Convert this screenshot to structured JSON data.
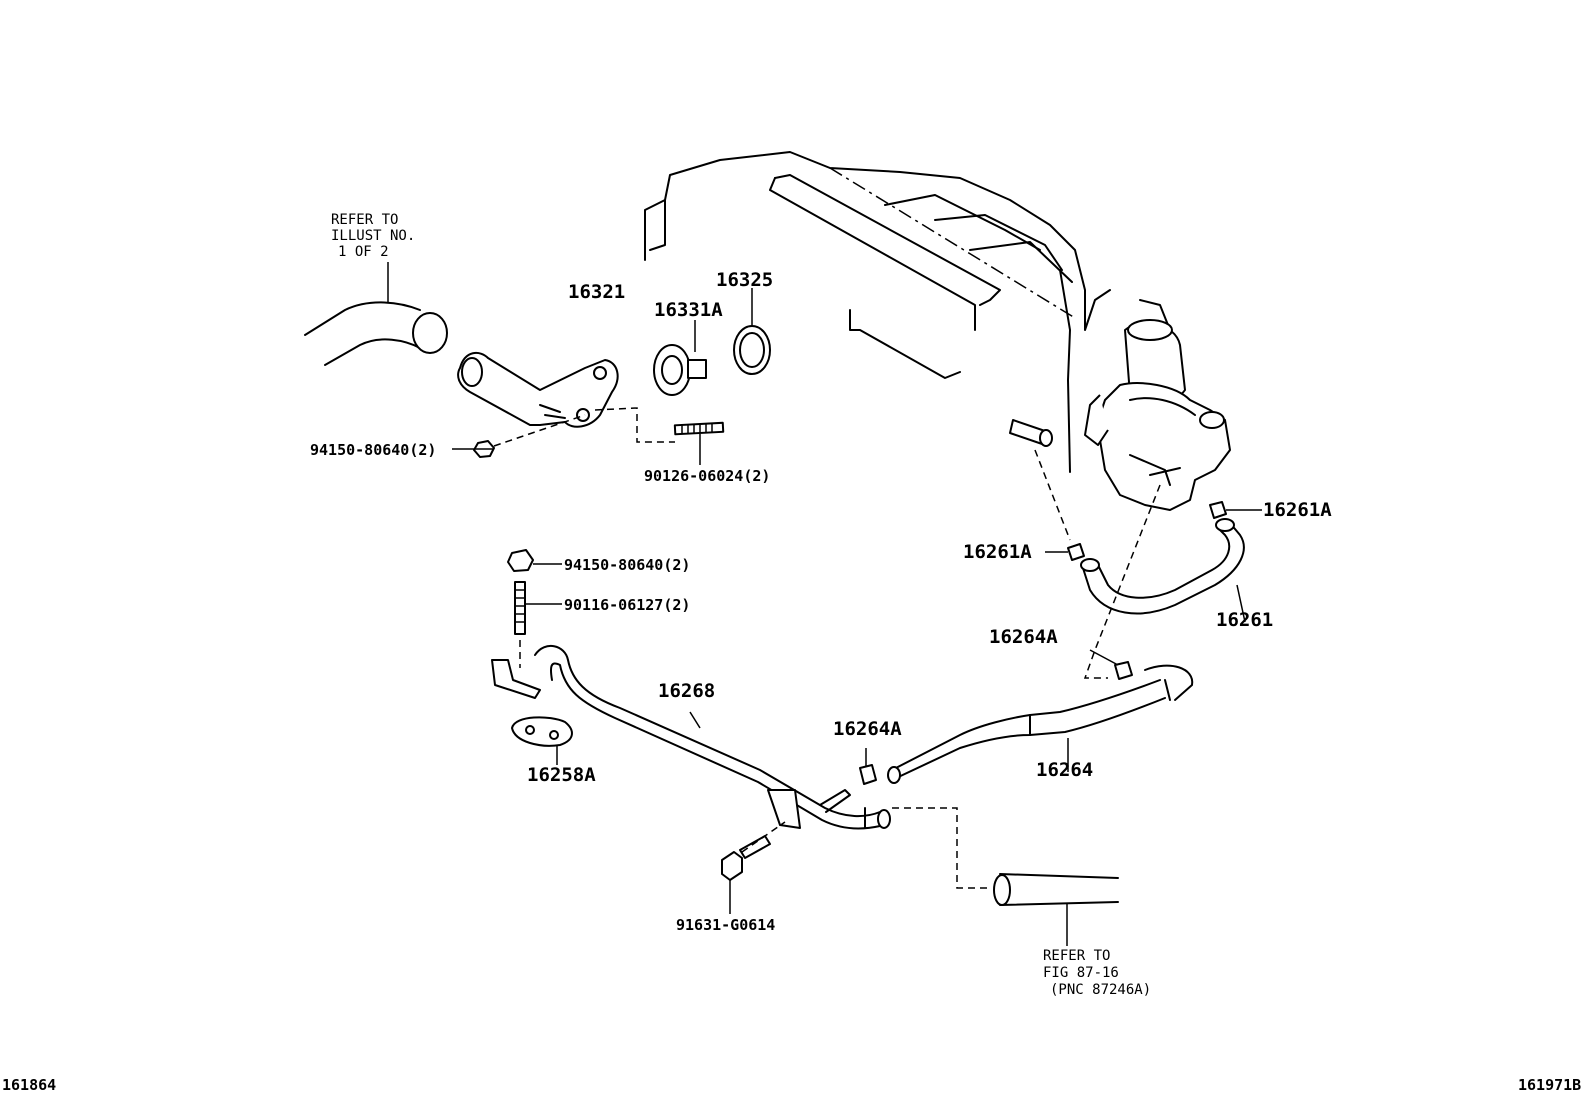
{
  "callouts": {
    "p16321": "16321",
    "p16325": "16325",
    "p16331a": "16331A",
    "p94150_top": "94150-80640(2)",
    "p90126": "90126-06024(2)",
    "p16261a_right": "16261A",
    "p16261a_left": "16261A",
    "p16261": "16261",
    "p94150_mid": "94150-80640(2)",
    "p90116": "90116-06127(2)",
    "p16264a_upper": "16264A",
    "p16268": "16268",
    "p16264a_lower": "16264A",
    "p16258a": "16258A",
    "p16264": "16264",
    "p91631": "91631-G0614"
  },
  "notes": {
    "refer_illust": [
      "REFER TO",
      "ILLUST NO.",
      "1 OF 2"
    ],
    "refer_fig": [
      "REFER TO",
      "FIG 87-16",
      "(PNC 87246A)"
    ]
  },
  "footer": {
    "left_code": "161864",
    "right_code": "161971B"
  }
}
